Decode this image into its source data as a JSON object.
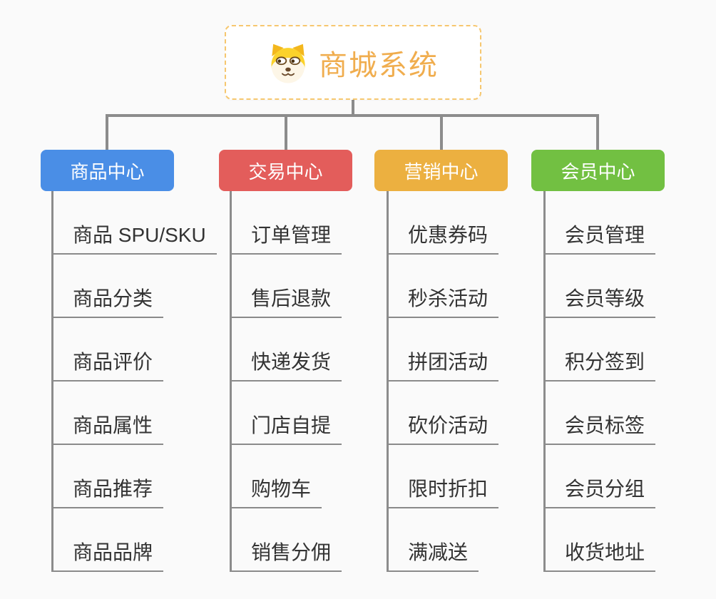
{
  "root": {
    "title": "商城系统",
    "icon": "dog-face-icon",
    "title_color": "#f0ad4e",
    "border_color": "#f6c76f"
  },
  "branches": [
    {
      "label": "商品中心",
      "color": "#4a8ee6",
      "items": [
        "商品 SPU/SKU",
        "商品分类",
        "商品评价",
        "商品属性",
        "商品推荐",
        "商品品牌"
      ]
    },
    {
      "label": "交易中心",
      "color": "#e35d5b",
      "items": [
        "订单管理",
        "售后退款",
        "快递发货",
        "门店自提",
        "购物车",
        "销售分佣"
      ]
    },
    {
      "label": "营销中心",
      "color": "#ecb040",
      "items": [
        "优惠券码",
        "秒杀活动",
        "拼团活动",
        "砍价活动",
        "限时折扣",
        "满减送"
      ]
    },
    {
      "label": "会员中心",
      "color": "#72c042",
      "items": [
        "会员管理",
        "会员等级",
        "积分签到",
        "会员标签",
        "会员分组",
        "收货地址"
      ]
    }
  ],
  "colors": {
    "background": "#fafafa",
    "connector": "#8c8c8c",
    "underline": "#8a8a8a",
    "item_text": "#333333"
  }
}
